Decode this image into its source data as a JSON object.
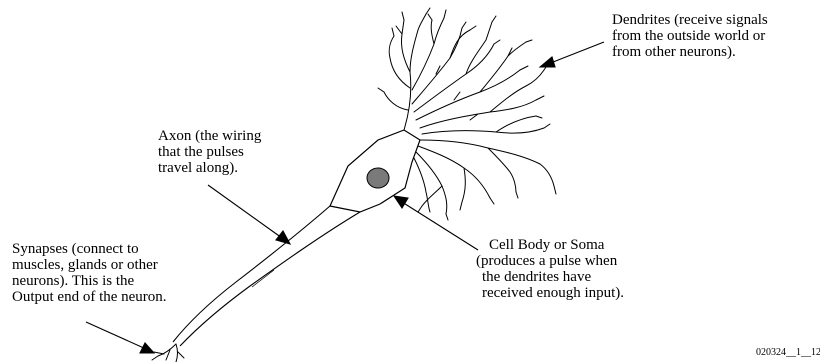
{
  "labels": {
    "dendrites": [
      "Dendrites (receive signals",
      "from the outside world or",
      "from other neurons)."
    ],
    "axon": [
      "Axon (the wiring",
      "that the pulses",
      "travel along)."
    ],
    "synapses": [
      "Synapses (connect to",
      "muscles, glands or other",
      "neurons). This is the",
      "Output end of the neuron."
    ],
    "cell_body": [
      "Cell Body or Soma",
      "(produces a pulse when",
      " the dendrites have",
      " received enough input)."
    ]
  },
  "figure_code": "020324__1__12",
  "colors": {
    "ink": "#000000",
    "nucleus": "#7a7a7a",
    "background": "#ffffff"
  }
}
